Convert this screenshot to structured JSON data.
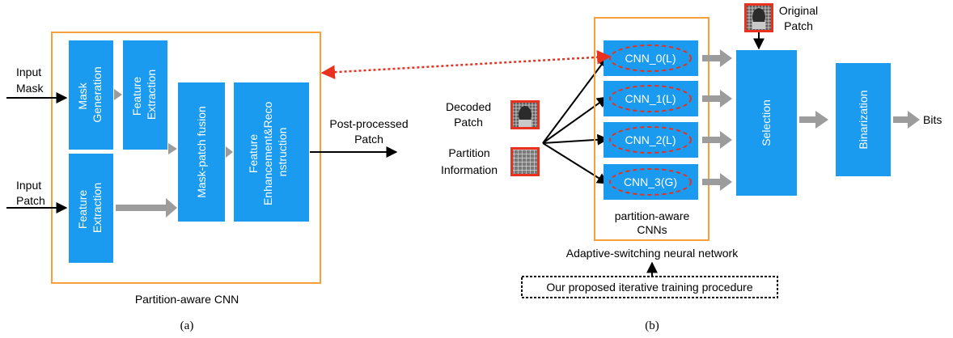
{
  "left_panel": {
    "input_mask": [
      "Input",
      "Mask"
    ],
    "input_patch": [
      "Input",
      "Patch"
    ],
    "mask_generation": [
      "Mask",
      "Generation"
    ],
    "feature_extraction_top": [
      "Feature",
      "Extraction"
    ],
    "feature_extraction_bottom": [
      "Feature",
      "Extraction"
    ],
    "mask_patch_fusion": "Mask-patch fusion",
    "feature_enhancement": [
      "Feature",
      "Enhancement&Reco",
      "nstruction"
    ],
    "output": [
      "Post-processed",
      "Patch"
    ],
    "caption": "Partition-aware CNN",
    "sub_label": "(a)"
  },
  "right_panel": {
    "decoded_patch": [
      "Decoded",
      "Patch"
    ],
    "partition_info": [
      "Partition",
      "Information"
    ],
    "cnns": [
      "CNN_0(L)",
      "CNN_1(L)",
      "CNN_2(L)",
      "CNN_3(G)"
    ],
    "cnn_group_label": [
      "partition-aware",
      "CNNs"
    ],
    "original_patch": [
      "Original",
      "Patch"
    ],
    "selection": "Selection",
    "binarization": "Binarization",
    "bits": "Bits",
    "asnn_label": "Adaptive-switching neural network",
    "training_label": "Our proposed iterative training procedure",
    "sub_label": "(b)"
  },
  "colors": {
    "block_blue": "#1a9bf0",
    "frame_orange": "#f5a03a",
    "dashed_red": "#e8311f",
    "arrow_gray": "#9c9c9c",
    "arrow_black": "#000000"
  }
}
